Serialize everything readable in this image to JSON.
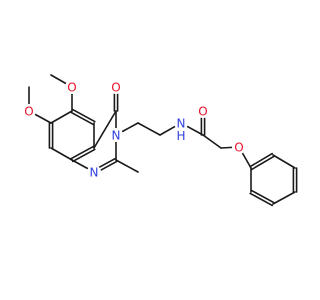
{
  "molecule": {
    "atoms": [
      {
        "id": "O_ome7",
        "text": "O",
        "color": "#e8132a"
      },
      {
        "id": "O_ome6",
        "text": "O",
        "color": "#e8132a"
      },
      {
        "id": "O_c4",
        "text": "O",
        "color": "#e8132a"
      },
      {
        "id": "N1",
        "text": "N",
        "color": "#2f3fe0"
      },
      {
        "id": "N3",
        "text": "N",
        "color": "#2f3fe0"
      },
      {
        "id": "N_amide",
        "text": "N",
        "color": "#2f3fe0"
      },
      {
        "id": "H_amide",
        "text": "H",
        "color": "#2f3fe0"
      },
      {
        "id": "O_amide",
        "text": "O",
        "color": "#e8132a"
      },
      {
        "id": "O_ether",
        "text": "O",
        "color": "#e8132a"
      }
    ],
    "bond_color": "#1a1a1a"
  }
}
